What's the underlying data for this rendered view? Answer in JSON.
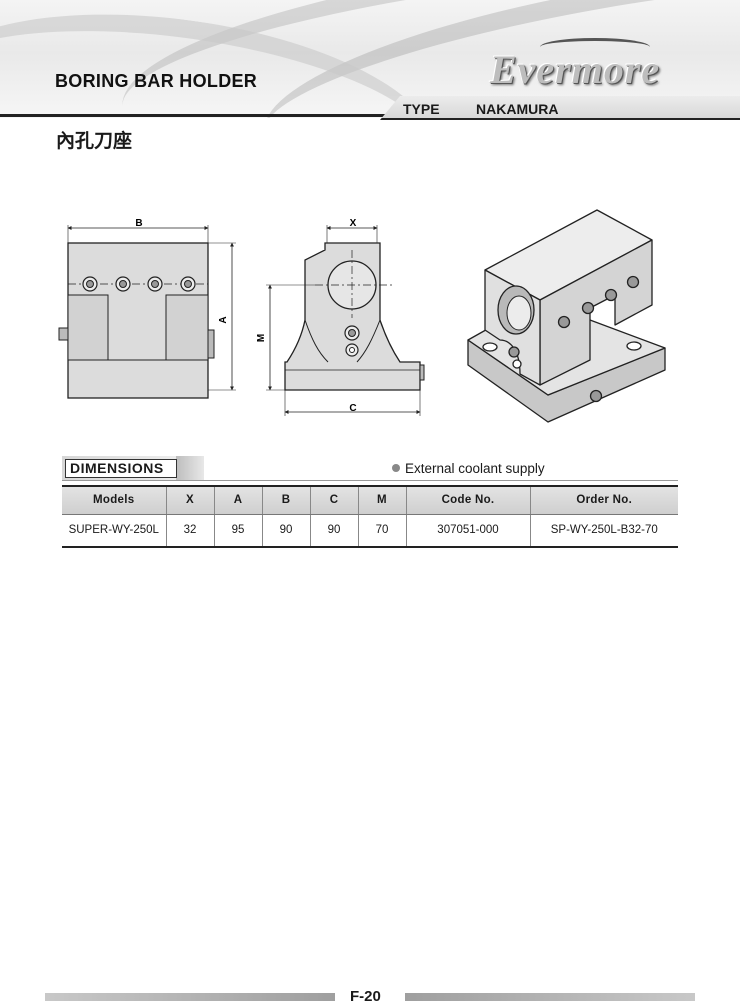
{
  "header": {
    "doc_title": "BORING BAR HOLDER",
    "type_label": "TYPE",
    "type_value": "NAKAMURA",
    "brand_logo": "Evermore",
    "subtitle_cn": "內孔刀座"
  },
  "drawings": {
    "front_view": {
      "width_label": "B",
      "height_label": "A"
    },
    "side_view": {
      "bore_label": "X",
      "center_height_label": "M",
      "base_label": "C"
    }
  },
  "dimensions": {
    "heading": "DIMENSIONS",
    "note": "External coolant supply",
    "columns": [
      "Models",
      "X",
      "A",
      "B",
      "C",
      "M",
      "Code No.",
      "Order No."
    ],
    "rows": [
      [
        "SUPER-WY-250L",
        "32",
        "95",
        "90",
        "90",
        "70",
        "307051-000",
        "SP-WY-250L-B32-70"
      ]
    ]
  },
  "footer": {
    "page_number": "F-20"
  }
}
